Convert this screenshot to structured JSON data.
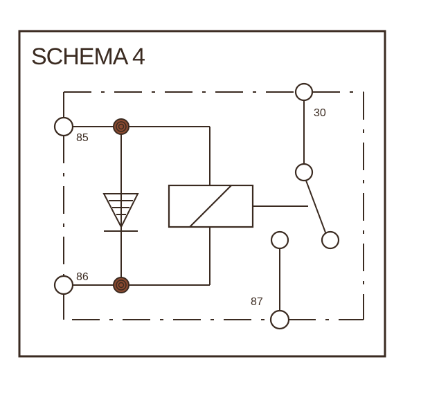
{
  "title": "SCHEMA 4",
  "terminals": {
    "t85": "85",
    "t86": "86",
    "t30": "30",
    "t87": "87"
  },
  "colors": {
    "ink": "#3a2a20",
    "junction_fill": "#8a4a30",
    "background": "#ffffff"
  }
}
